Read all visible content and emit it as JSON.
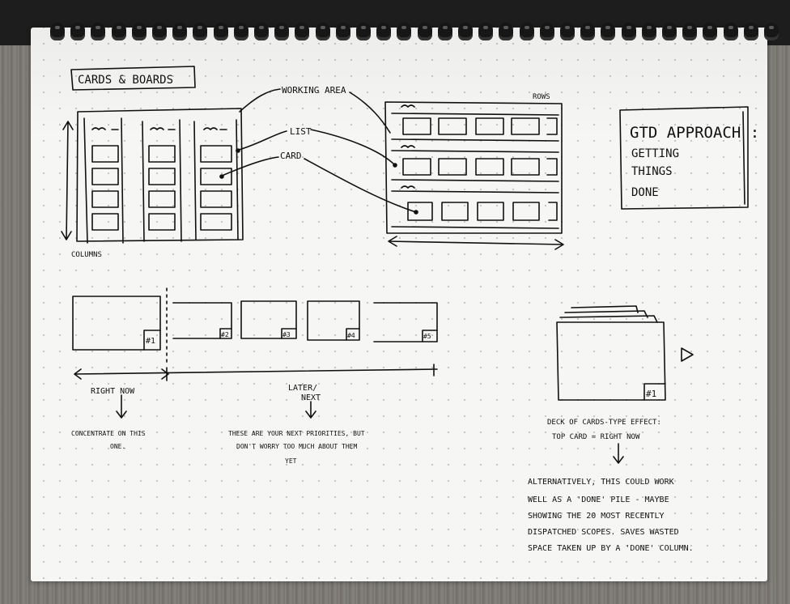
{
  "title": "CARDS & BOARDS",
  "labels": {
    "working_area": "WORKING AREA",
    "list": "LIST",
    "card": "CARD",
    "columns": "COLUMNS",
    "rows": "ROWS"
  },
  "gtd": {
    "heading": "GTD APPROACH :",
    "line1": "GETTING",
    "line2": "THINGS",
    "line3": "DONE"
  },
  "cards": [
    "#1",
    "#2",
    "#3",
    "#4",
    "#5"
  ],
  "timeline": {
    "right_now": "RIGHT NOW",
    "later_next_1": "LATER/",
    "later_next_2": "NEXT",
    "concentrate_1": "CONCENTRATE ON THIS",
    "concentrate_2": "ONE.",
    "next_1": "THESE ARE YOUR NEXT PRIORITIES, BUT",
    "next_2": "DON'T WORRY TOO MUCH ABOUT THEM",
    "next_3": "YET"
  },
  "deck": {
    "card_label": "#1",
    "caption_1": "DECK OF CARDS-TYPE EFFECT:",
    "caption_2": "TOP CARD = RIGHT NOW",
    "alt_1": "ALTERNATIVELY, THIS COULD WORK",
    "alt_2": "WELL AS A 'DONE' PILE - MAYBE",
    "alt_3": "SHOWING THE 20 MOST RECENTLY",
    "alt_4": "DISPATCHED SCOPES. SAVES WASTED",
    "alt_5": "SPACE TAKEN UP BY A 'DONE' COLUMN."
  }
}
